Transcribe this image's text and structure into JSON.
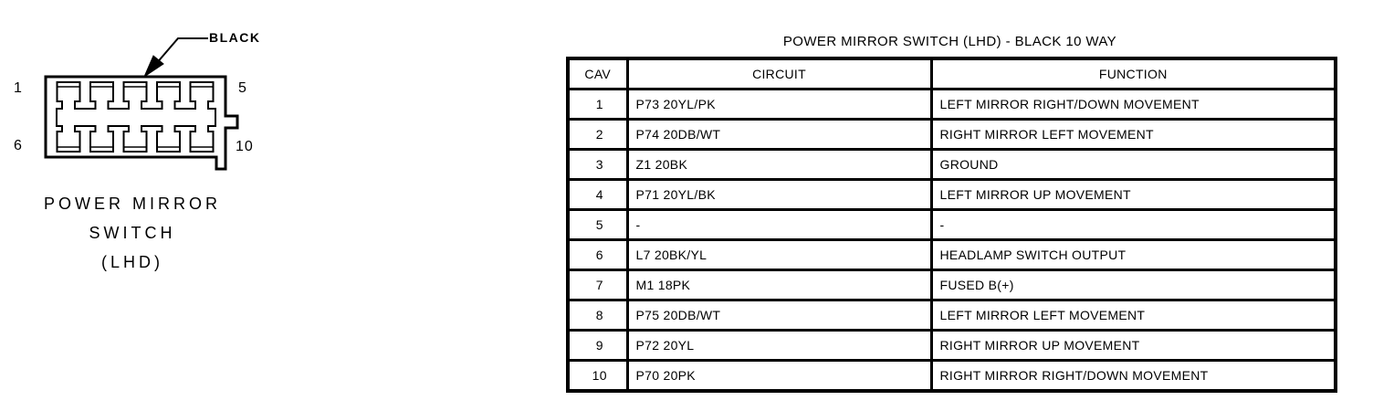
{
  "connector": {
    "color_label": "BLACK",
    "pin_labels": {
      "top_left": "1",
      "top_right": "5",
      "bottom_left": "6",
      "bottom_right": "10"
    },
    "caption_lines": [
      "POWER MIRROR",
      "SWITCH",
      "(LHD)"
    ]
  },
  "table": {
    "title": "POWER MIRROR SWITCH (LHD) - BLACK 10 WAY",
    "columns": [
      "CAV",
      "CIRCUIT",
      "FUNCTION"
    ],
    "rows": [
      [
        "1",
        "P73 20YL/PK",
        "LEFT MIRROR RIGHT/DOWN MOVEMENT"
      ],
      [
        "2",
        "P74 20DB/WT",
        "RIGHT MIRROR LEFT MOVEMENT"
      ],
      [
        "3",
        "Z1 20BK",
        "GROUND"
      ],
      [
        "4",
        "P71 20YL/BK",
        "LEFT MIRROR UP MOVEMENT"
      ],
      [
        "5",
        "-",
        "-"
      ],
      [
        "6",
        "L7 20BK/YL",
        "HEADLAMP SWITCH OUTPUT"
      ],
      [
        "7",
        "M1 18PK",
        "FUSED B(+)"
      ],
      [
        "8",
        "P75 20DB/WT",
        "LEFT MIRROR LEFT MOVEMENT"
      ],
      [
        "9",
        "P72 20YL",
        "RIGHT MIRROR UP MOVEMENT"
      ],
      [
        "10",
        "P70 20PK",
        "RIGHT MIRROR RIGHT/DOWN MOVEMENT"
      ]
    ]
  },
  "colors": {
    "ink": "#000000",
    "background": "#ffffff"
  }
}
